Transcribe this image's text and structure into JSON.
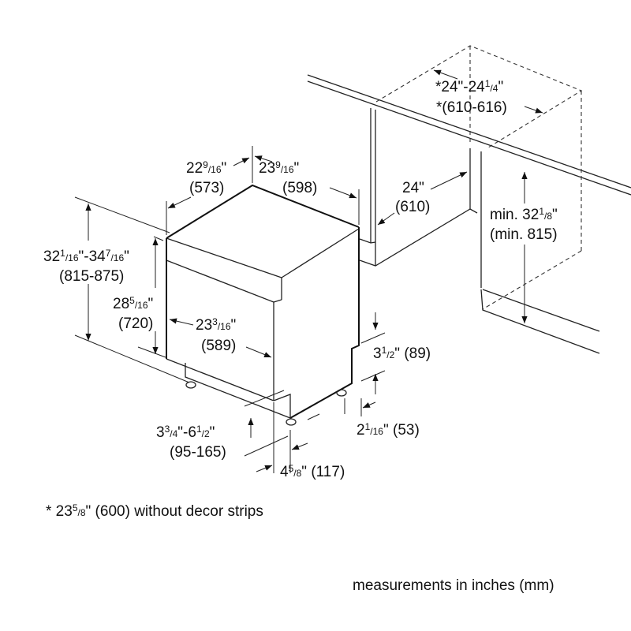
{
  "dimensions": {
    "depth_door": {
      "whole": "22",
      "num": "9",
      "den": "16",
      "suffix": "\"",
      "mm": "(573)"
    },
    "width_top": {
      "whole": "23",
      "num": "9",
      "den": "16",
      "suffix": "\"",
      "mm": "(598)"
    },
    "niche_depth": {
      "prefix": "*24\"-24",
      "num": "1",
      "den": "4",
      "suffix": "\"",
      "mm": "*(610-616)"
    },
    "niche_width": {
      "whole": "24\"",
      "mm": "(610)"
    },
    "niche_height": {
      "prefix": "min. 32",
      "num": "1",
      "den": "8",
      "suffix": "\"",
      "mm": "(min. 815)"
    },
    "total_height": {
      "whole": "32",
      "num": "1",
      "den": "16",
      "mid": "\"-34",
      "num2": "7",
      "den2": "16",
      "suffix": "\"",
      "mm": "(815-875)"
    },
    "door_height": {
      "whole": "28",
      "num": "5",
      "den": "16",
      "suffix": "\"",
      "mm": "(720)"
    },
    "door_width": {
      "whole": "23",
      "num": "3",
      "den": "16",
      "suffix": "\"",
      "mm": "(589)"
    },
    "toe_kick_height": {
      "whole": "3",
      "num": "1",
      "den": "2",
      "suffix": "\" (89)"
    },
    "foot_offset": {
      "whole": "2",
      "num": "1",
      "den": "16",
      "suffix": "\" (53)"
    },
    "leg_adjust": {
      "whole": "3",
      "num": "3",
      "den": "4",
      "mid": "\"-6",
      "num2": "1",
      "den2": "2",
      "suffix": "\"",
      "mm": "(95-165)"
    },
    "toe_depth": {
      "whole": "4",
      "num": "5",
      "den": "8",
      "suffix": "\" (117)"
    }
  },
  "footnote": {
    "prefix": "* 23",
    "num": "5",
    "den": "8",
    "suffix": "\" (600) without decor strips"
  },
  "units_note": "measurements in inches (mm)"
}
